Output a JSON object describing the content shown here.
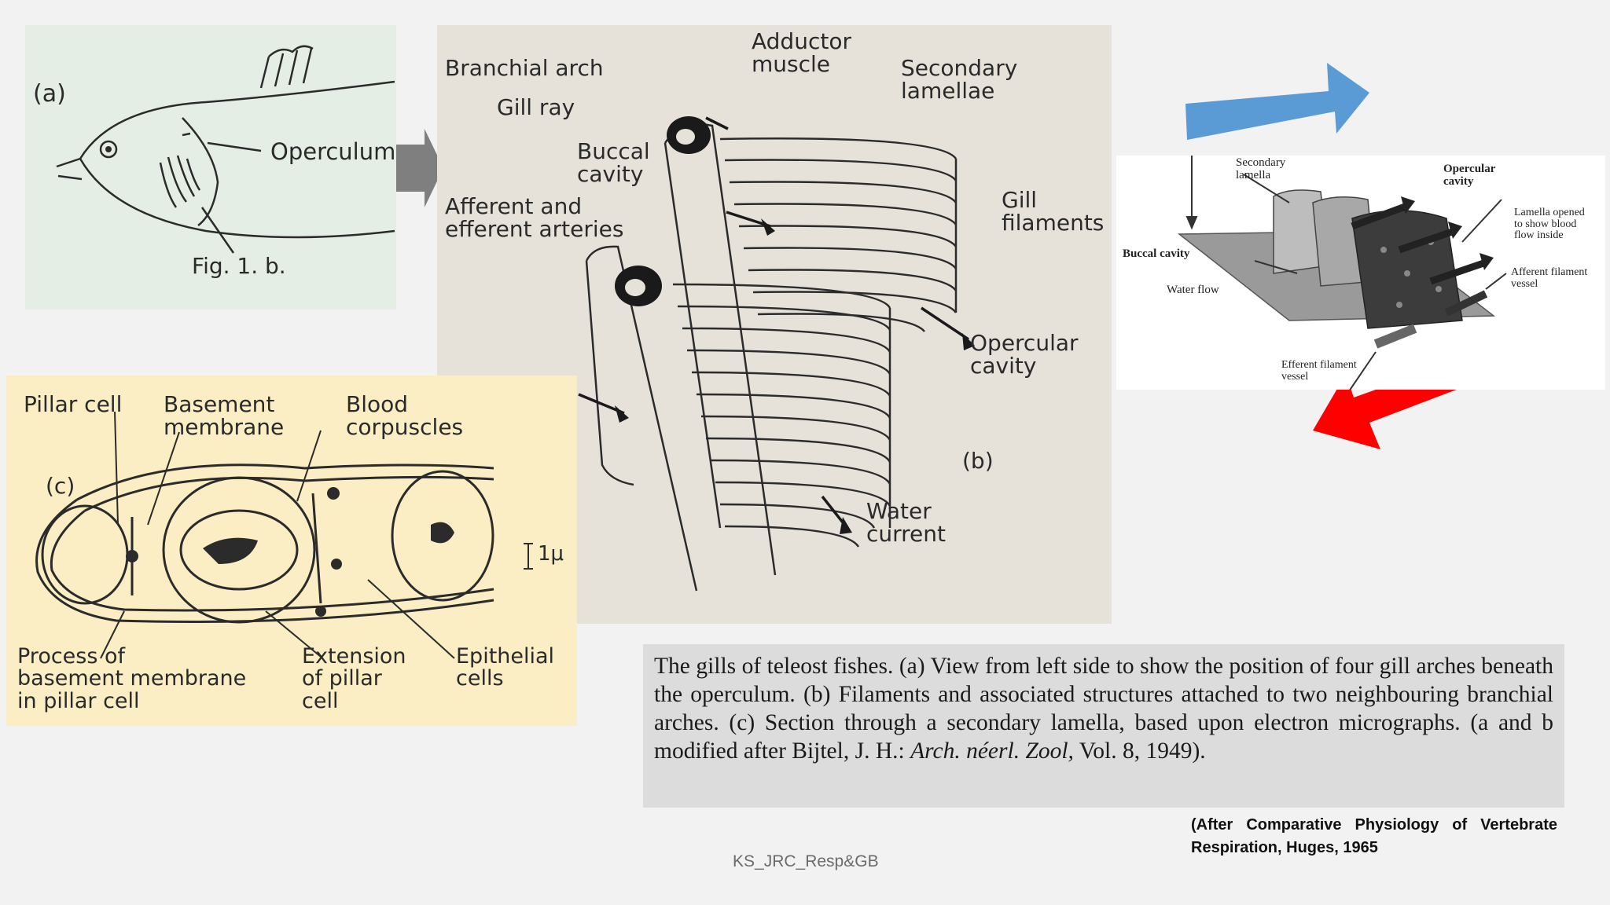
{
  "panel_a": {
    "tag": "(a)",
    "operculum_label": "Operculum",
    "fig_label": "Fig. 1. b."
  },
  "panel_b": {
    "branchial_arch": "Branchial arch",
    "gill_ray": "Gill ray",
    "adductor_muscle": "Adductor\nmuscle",
    "secondary_lamellae": "Secondary\nlamellae",
    "buccal_cavity": "Buccal\ncavity",
    "arteries": "Afferent and\nefferent arteries",
    "gill_filaments": "Gill\nfilaments",
    "opercular_cavity": "Opercular\ncavity",
    "tag": "(b)",
    "water_current": "Water\ncurrent"
  },
  "panel_c": {
    "pillar_cell": "Pillar cell",
    "basement_membrane": "Basement\nmembrane",
    "blood_corpuscles": "Blood\ncorpuscles",
    "tag": "(c)",
    "scale": "1μ",
    "process": "Process of\nbasement membrane\nin pillar cell",
    "extension": "Extension\nof pillar\ncell",
    "epithelial": "Epithelial\ncells"
  },
  "panel_d": {
    "secondary_lamella": "Secondary\nlamella",
    "opercular_cavity": "Opercular\ncavity",
    "lamella_opened": "Lamella opened\nto show blood\nflow inside",
    "buccal_cavity": "Buccal cavity",
    "water_flow": "Water flow",
    "afferent_vessel": "Afferent filament\nvessel",
    "efferent_vessel": "Efferent filament\nvessel"
  },
  "caption": "The gills of teleost fishes. (a) View from left side to show the position of four gill arches beneath the operculum. (b) Filaments and associated structures attached to two neighbouring branchial arches. (c) Section through a secondary lamella, based upon electron micrographs. (a and b modified after Bijtel, J. H.: ",
  "caption_italic": "Arch. néerl. Zool,",
  "caption_end": " Vol. 8, 1949).",
  "citation": "(After Comparative Physiology of Vertebrate Respiration, Huges, 1965",
  "footer": "KS_JRC_Resp&GB",
  "colors": {
    "panel_a_bg": "#e4eee4",
    "panel_b_bg": "#e6e2da",
    "panel_c_bg": "#fbeec4",
    "blue_arrow": "#5b9bd5",
    "red_arrow": "#ff0000",
    "grey_arrow": "#7f7f7f"
  }
}
